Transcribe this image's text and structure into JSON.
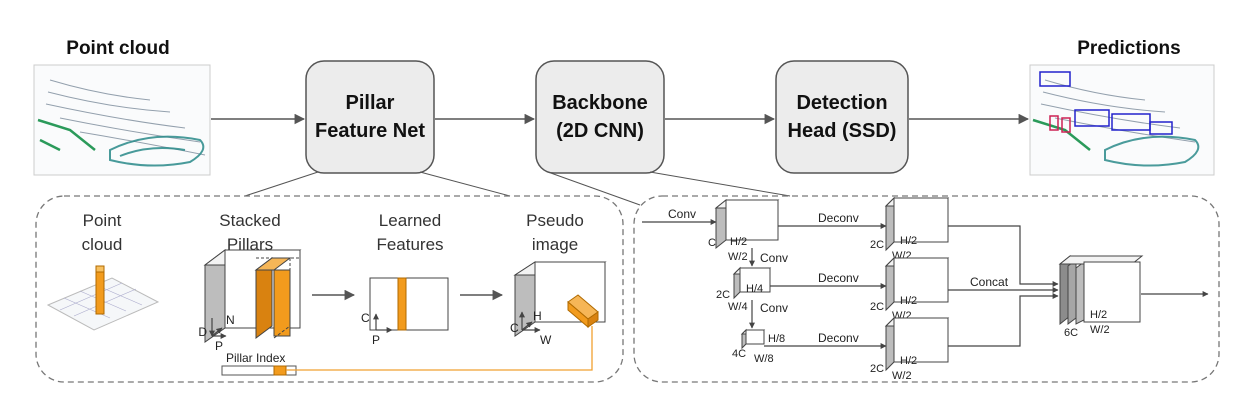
{
  "titles": {
    "input": "Point cloud",
    "output": "Predictions"
  },
  "stages": {
    "pfn": [
      "Pillar",
      "Feature Net"
    ],
    "backbone": [
      "Backbone",
      "(2D CNN)"
    ],
    "head": [
      "Detection",
      "Head (SSD)"
    ]
  },
  "pfn_detail": {
    "point_cloud": [
      "Point",
      "cloud"
    ],
    "stacked_pillars": [
      "Stacked",
      "Pillars"
    ],
    "learned_features": [
      "Learned",
      "Features"
    ],
    "pseudo_image": [
      "Pseudo",
      "image"
    ],
    "axes": {
      "D": "D",
      "N": "N",
      "P": "P",
      "C": "C",
      "H": "H",
      "W": "W"
    },
    "pillar_index": "Pillar Index"
  },
  "backbone_detail": {
    "conv": "Conv",
    "deconv": "Deconv",
    "concat": "Concat",
    "dims": {
      "c": "C",
      "h2": "H/2",
      "w2": "W/2",
      "c2": "2C",
      "h4": "H/4",
      "w4": "W/4",
      "c4": "4C",
      "h8": "H/8",
      "w8": "W/8",
      "c6": "6C"
    }
  },
  "colors": {
    "pillar": "#f29b1d",
    "box": "#ececec",
    "border": "#555555",
    "dash": "#777777",
    "link": "#f0a030"
  },
  "icons": {
    "input_scene": "lidar-scan-image",
    "output_scene": "lidar-scan-with-boxes-image"
  }
}
